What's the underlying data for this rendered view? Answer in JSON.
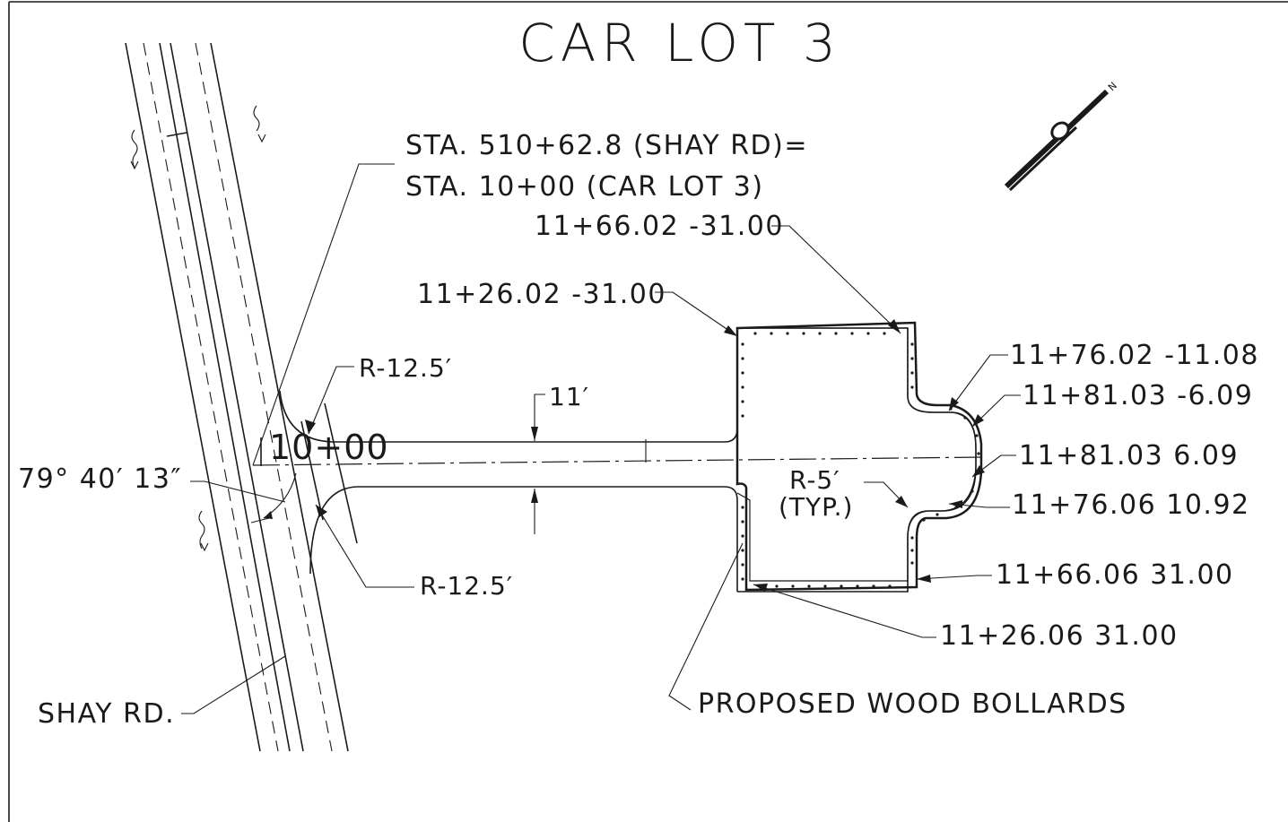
{
  "title": "CAR LOT 3",
  "station_equation": {
    "line1": "STA. 510+62.8 (SHAY RD)=",
    "line2": "STA. 10+00 (CAR LOT 3)"
  },
  "station_mark": "10+00",
  "angle_label": "79° 40′ 13″",
  "radius_labels": {
    "top": "R-12.5′",
    "bottom": "R-12.5′",
    "typical": "R-5′",
    "typical_note": "(TYP.)"
  },
  "width_label": "11′",
  "offset_labels": {
    "a": "11+66.02  -31.00",
    "b": "11+26.02  -31.00",
    "c": "11+76.02  -11.08",
    "d": "11+81.03  -6.09",
    "e": "11+81.03  6.09",
    "f": "11+76.06  10.92",
    "g": "11+66.06  31.00",
    "h": "11+26.06  31.00"
  },
  "road_label": "SHAY RD.",
  "bollards_label": "PROPOSED WOOD BOLLARDS",
  "north_label": "N"
}
